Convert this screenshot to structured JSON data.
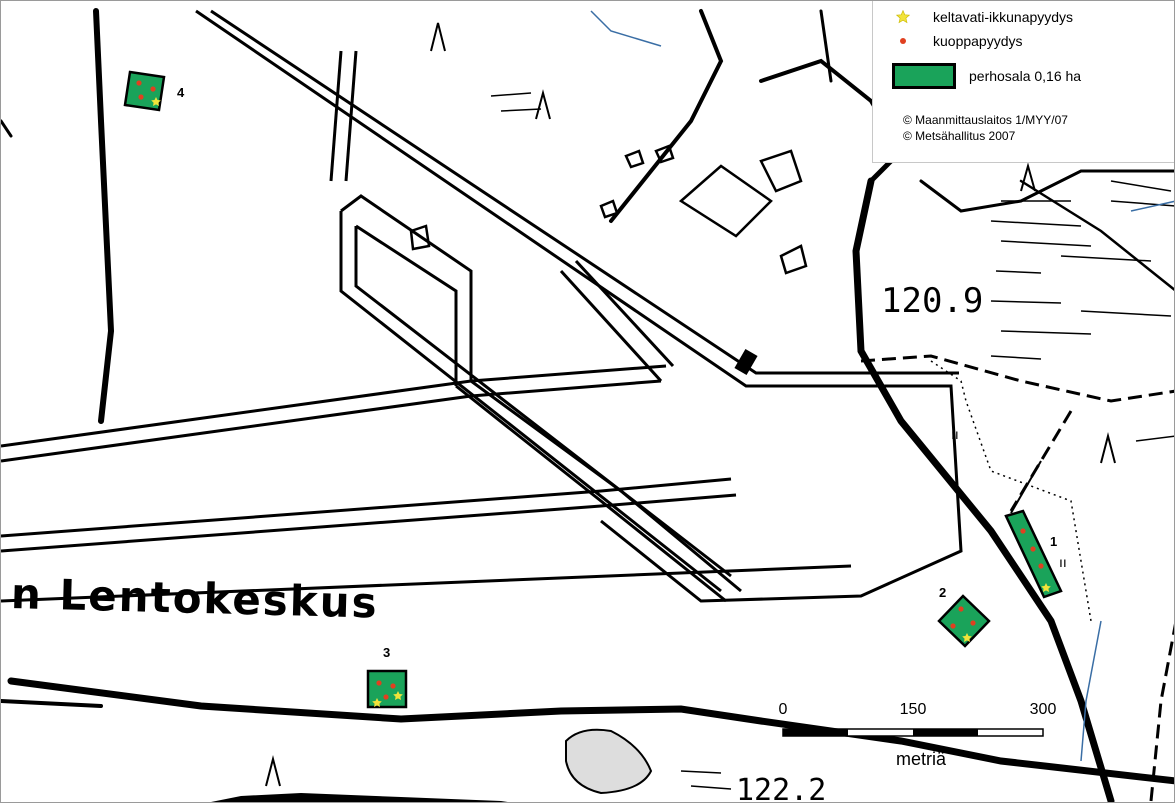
{
  "legend": {
    "items": [
      {
        "label": "keltavati-ikkunapyydys",
        "symbol": "star-icon",
        "color": "#f2e33a"
      },
      {
        "label": "kuoppapyydys",
        "symbol": "dot-icon",
        "color": "#e04020"
      },
      {
        "label": "perhosala 0,16 ha",
        "symbol": "green-square",
        "color": "#1aa35a"
      }
    ],
    "copyright": [
      "© Maanmittauslaitos 1/MYY/07",
      "© Metsähallitus 2007"
    ]
  },
  "sites": [
    {
      "label": "1"
    },
    {
      "label": "2"
    },
    {
      "label": "3"
    },
    {
      "label": "4"
    }
  ],
  "place_names": {
    "airport": "n Lentokeskus",
    "elevation_1": "120.9",
    "elevation_2": "122.2"
  },
  "scale": {
    "ticks": [
      "0",
      "150",
      "300"
    ],
    "unit": "metriä"
  },
  "colors": {
    "site_fill": "#1aa35a",
    "trap_star": "#f2e33a",
    "trap_dot": "#e04020",
    "water": "#3a6ea5"
  }
}
